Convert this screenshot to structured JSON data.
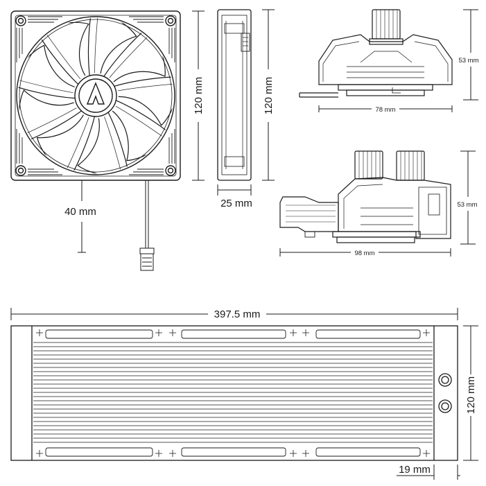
{
  "dimensions": {
    "fan_height": "120 mm",
    "fan_thickness_height": "120 mm",
    "fan_depth": "25 mm",
    "cable_length": "40 mm",
    "pump_side_height": "53 mm",
    "pump_side_width": "78 mm",
    "pump_front_height": "53 mm",
    "pump_front_width": "98 mm",
    "radiator_length": "397.5 mm",
    "radiator_height": "120 mm",
    "radiator_thickness": "19 mm"
  },
  "logo_icon": "arctic-logo-icon",
  "line_color": "#1a1a1a",
  "background": "#ffffff"
}
